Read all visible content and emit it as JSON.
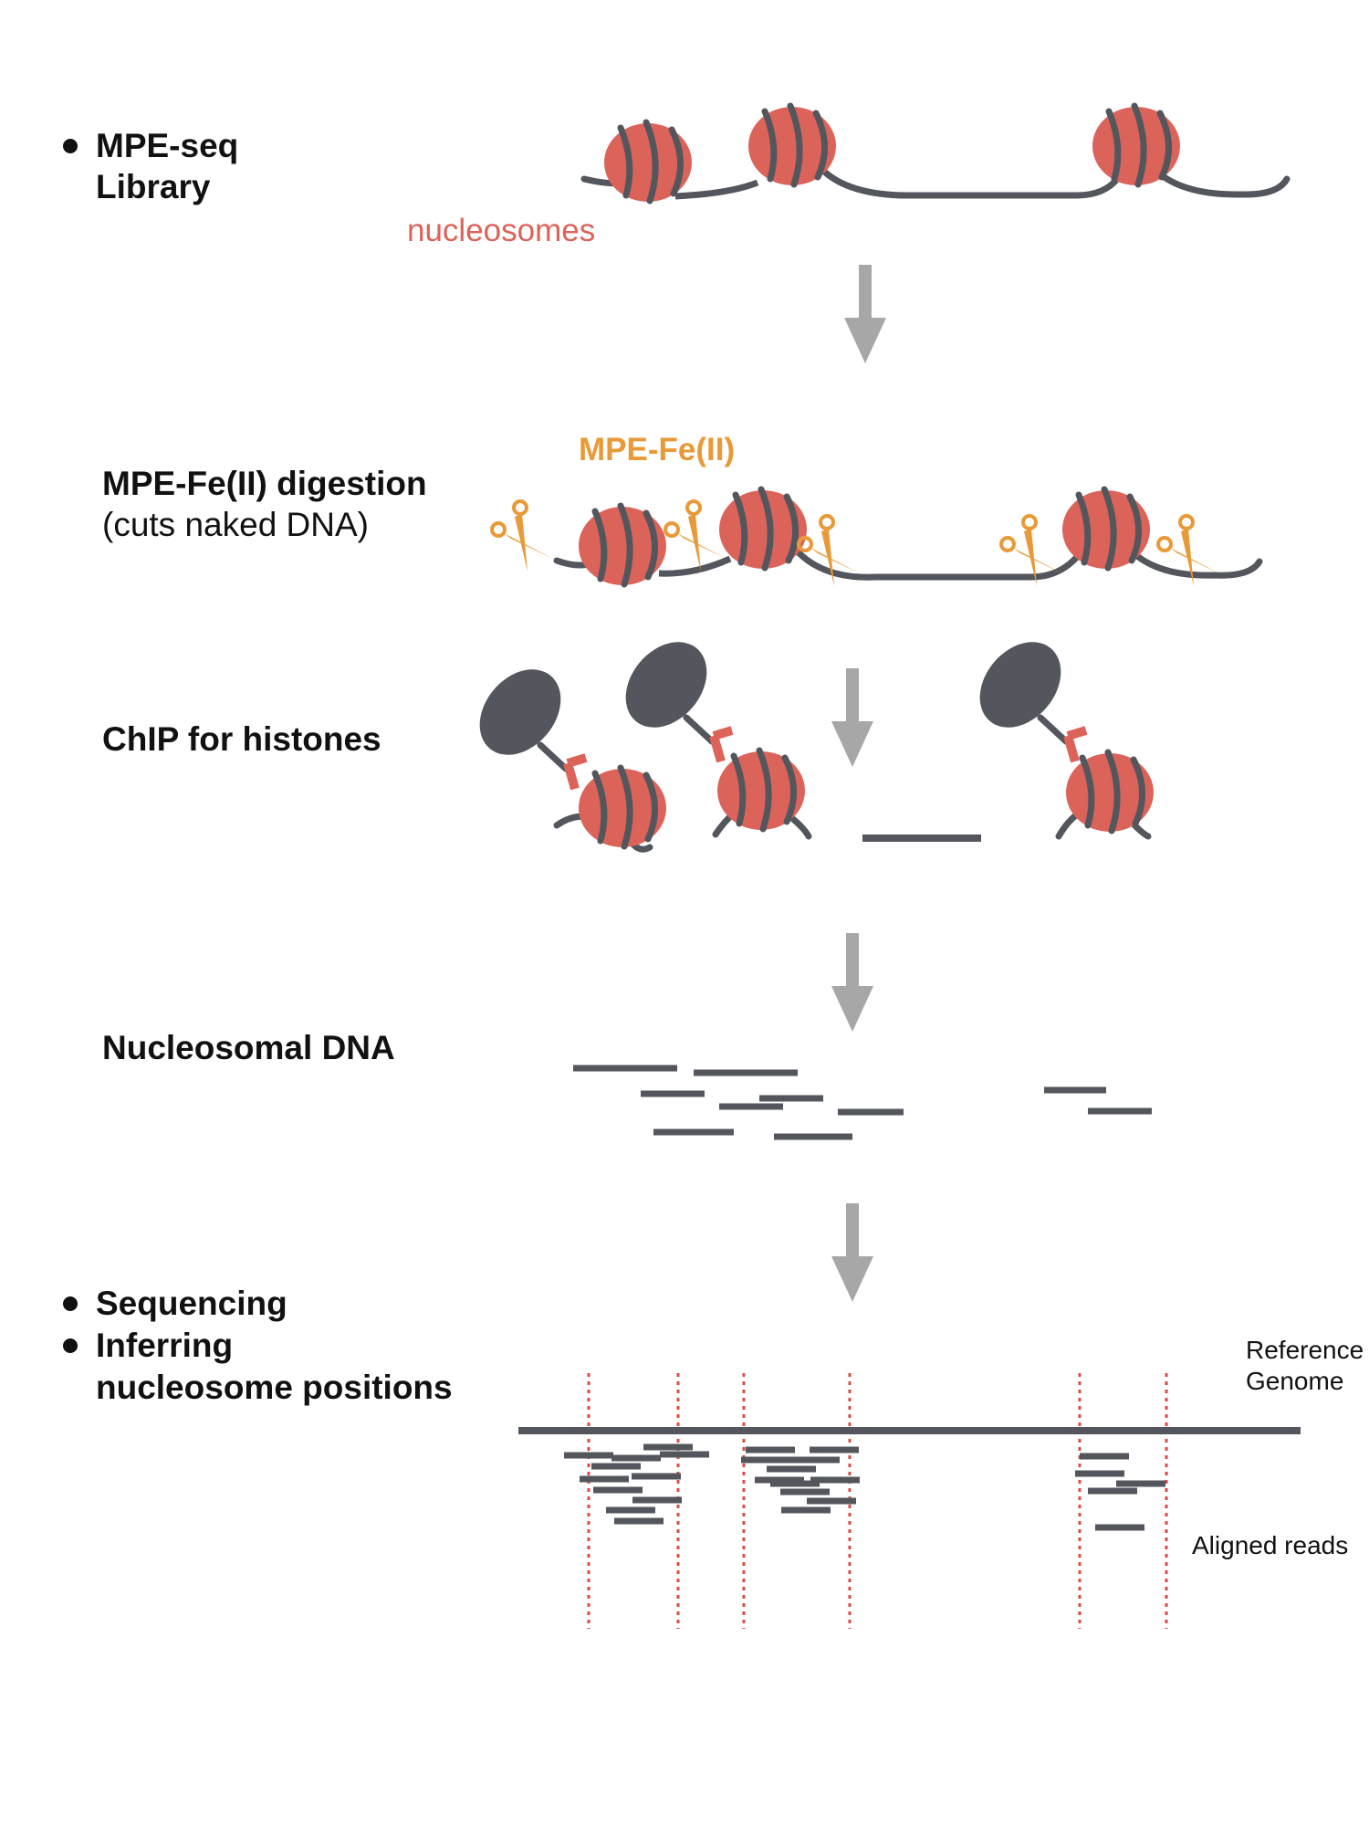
{
  "steps": {
    "library": {
      "line1": "MPE-seq",
      "line2": "Library",
      "nucleosome_label": "nucleosomes"
    },
    "digestion": {
      "title": "MPE-Fe(II) digestion",
      "subtitle": "(cuts naked DNA)",
      "reagent_label": "MPE-Fe(II)"
    },
    "chip": {
      "title": "ChIP for histones"
    },
    "nucleosomal_dna": {
      "title": "Nucleosomal DNA"
    },
    "sequencing": {
      "bullet1": "Sequencing",
      "bullet2_line1": "Inferring",
      "bullet2_line2": "nucleosome positions",
      "reference_line1": "Reference",
      "reference_line2": "Genome",
      "aligned_label": "Aligned reads"
    }
  },
  "colors": {
    "nucleosome": "#dc6359",
    "dna": "#53565c",
    "arrow": "#a7a7a7",
    "scissors": "#e99a38",
    "antibody": "#dc6359",
    "position_line": "#dc4b42"
  },
  "icons": [
    "scissors-icon",
    "bead-icon",
    "antibody-icon",
    "arrow-down-icon",
    "bullet-icon"
  ]
}
